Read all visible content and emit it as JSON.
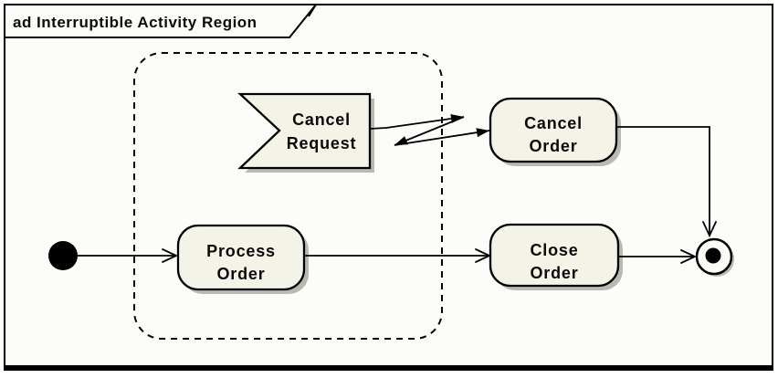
{
  "frame": {
    "title": "ad Interruptible Activity Region",
    "kind": "activity-diagram-frame"
  },
  "region": {
    "kind": "interruptible-activity-region",
    "border_style": "dashed"
  },
  "nodes": {
    "initial": {
      "kind": "initial-node"
    },
    "cancel_request": {
      "line1": "Cancel",
      "line2": "Request",
      "kind": "accept-event-action"
    },
    "cancel_order": {
      "line1": "Cancel",
      "line2": "Order",
      "kind": "action"
    },
    "process_order": {
      "line1": "Process",
      "line2": "Order",
      "kind": "action"
    },
    "close_order": {
      "line1": "Close",
      "line2": "Order",
      "kind": "action"
    },
    "final": {
      "kind": "activity-final-node"
    }
  },
  "edges": {
    "interrupting_edge_style": "zigzag-lightning"
  },
  "colors": {
    "canvas": "#fcfcf9",
    "node_fill": "#f4f3e7",
    "stroke": "#000000",
    "shadow": "#b9b9b3"
  }
}
